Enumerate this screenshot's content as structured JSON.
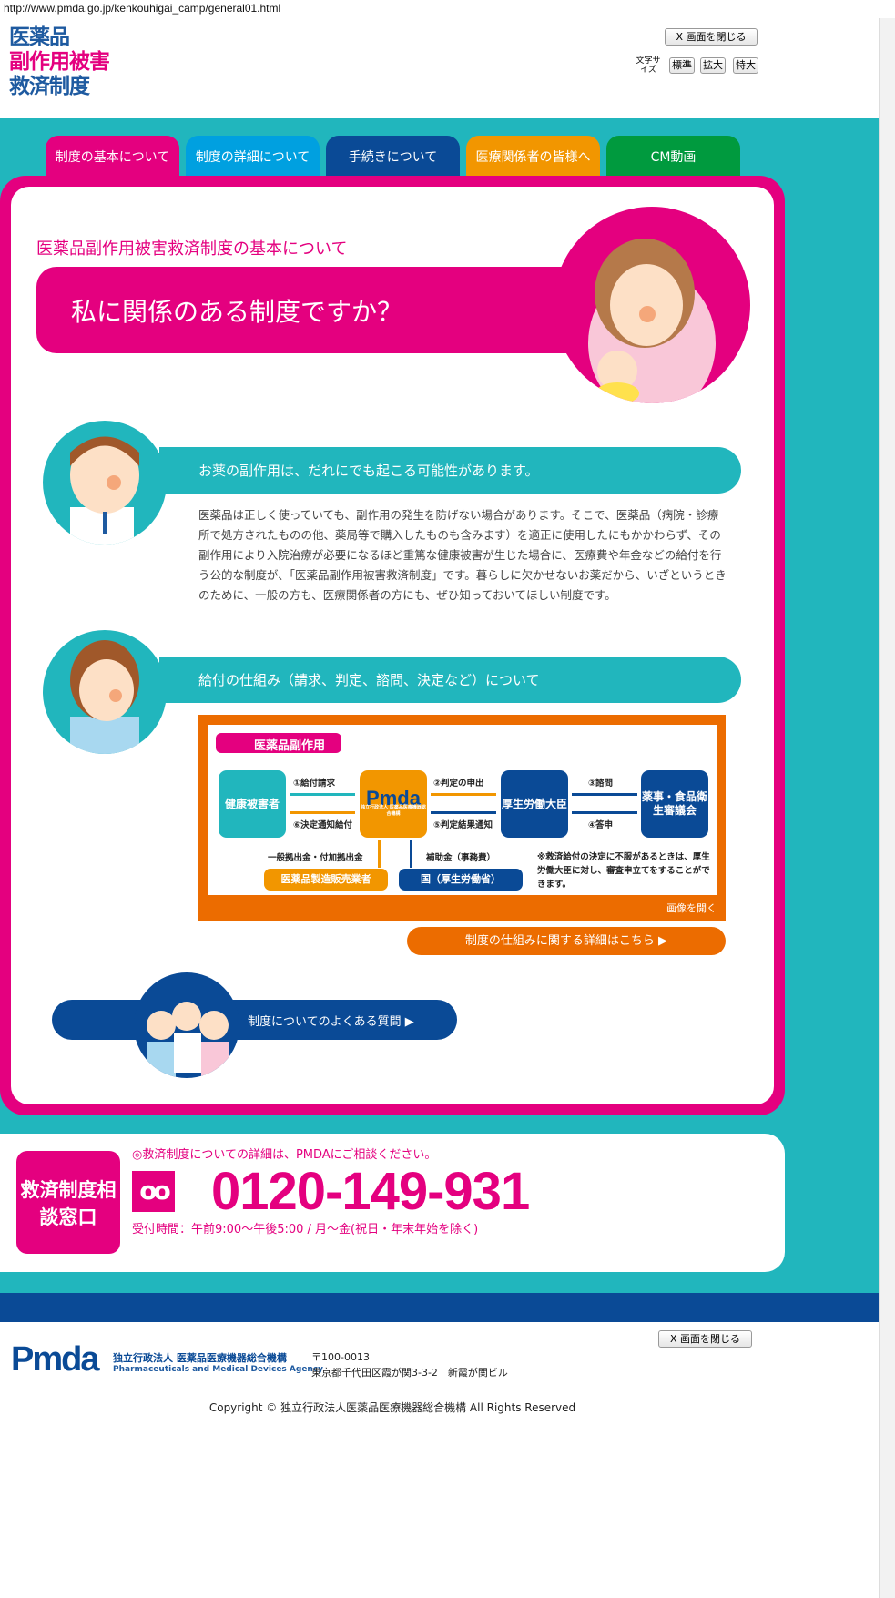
{
  "url": "http://www.pmda.go.jp/kenkouhigai_camp/general01.html",
  "logo": {
    "line1": "医薬品",
    "line2": "副作用被害",
    "line3": "救済制度"
  },
  "header": {
    "close_label": "X 画面を閉じる",
    "font_size_label": "文字サイズ",
    "font_sizes": [
      "標準",
      "拡大",
      "特大"
    ]
  },
  "tabs": [
    {
      "label": "制度の基本について",
      "color": "#e4007f"
    },
    {
      "label": "制度の詳細について",
      "color": "#00a0e0"
    },
    {
      "label": "手続きについて",
      "color": "#0a4a96"
    },
    {
      "label": "医療関係者の皆様へ",
      "color": "#f29600"
    },
    {
      "label": "CM動画",
      "color": "#009a3e"
    }
  ],
  "main": {
    "subtitle": "医薬品副作用被害救済制度の基本について",
    "banner": "私に関係のある制度ですか？",
    "section1": {
      "heading": "お薬の副作用は、だれにでも起こる可能性があります。",
      "body": "医薬品は正しく使っていても、副作用の発生を防げない場合があります。そこで、医薬品（病院・診療所で処方されたものの他、薬局等で購入したものも含みます）を適正に使用したにもかかわらず、その副作用により入院治療が必要になるほど重篤な健康被害が生じた場合に、医療費や年金などの給付を行う公的な制度が、「医薬品副作用被害救済制度」です。暮らしに欠かせないお薬だから、いざというときのために、一般の方も、医療関係者の方にも、ぜひ知っておいてほしい制度です。"
    },
    "section2": {
      "heading": "給付の仕組み（請求、判定、諮問、決定など）について"
    },
    "diagram": {
      "tag": "医薬品副作用",
      "victim": "健康被害者",
      "pmda": "Pmda",
      "pmda_sub": "独立行政法人 医薬品医療機器総合機構",
      "minister": "厚生労働大臣",
      "council": "薬事・食品衛生審議会",
      "s1": "①給付請求",
      "s2": "②判定の申出",
      "s3": "③諮問",
      "s4": "④答申",
      "s5": "⑤判定結果通知",
      "s6": "⑥決定通知給付",
      "fund1": "一般拠出金・付加拠出金",
      "fund2": "補助金（事務費）",
      "maker": "医薬品製造販売業者",
      "gov": "国（厚生労働省）",
      "note": "※救済給付の決定に不服があるときは、厚生労働大臣に対し、審査申立てをすることができます。",
      "open_label": "画像を開く"
    },
    "detail_link": "制度の仕組みに関する詳細はこちら ▶",
    "faq_link": "制度についてのよくある質問 ▶"
  },
  "contact": {
    "badge": "救済制度相談窓口",
    "note": "◎救済制度についての詳細は、PMDAにご相談ください。",
    "freedial": "oo",
    "phone": "0120-149-931",
    "hours": "受付時間：午前9:00～午後5:00 / 月～金(祝日・年末年始を除く)"
  },
  "footer": {
    "org_ja": "独立行政法人 医薬品医療機器総合機構",
    "org_en": "Pharmaceuticals and Medical Devices Agency",
    "postal": "〒100-0013",
    "address": "東京都千代田区霞が関3-3-2　新霞が関ビル",
    "close_label": "X 画面を閉じる",
    "copyright": "Copyright © 独立行政法人医薬品医療機器総合機構 All Rights Reserved"
  }
}
